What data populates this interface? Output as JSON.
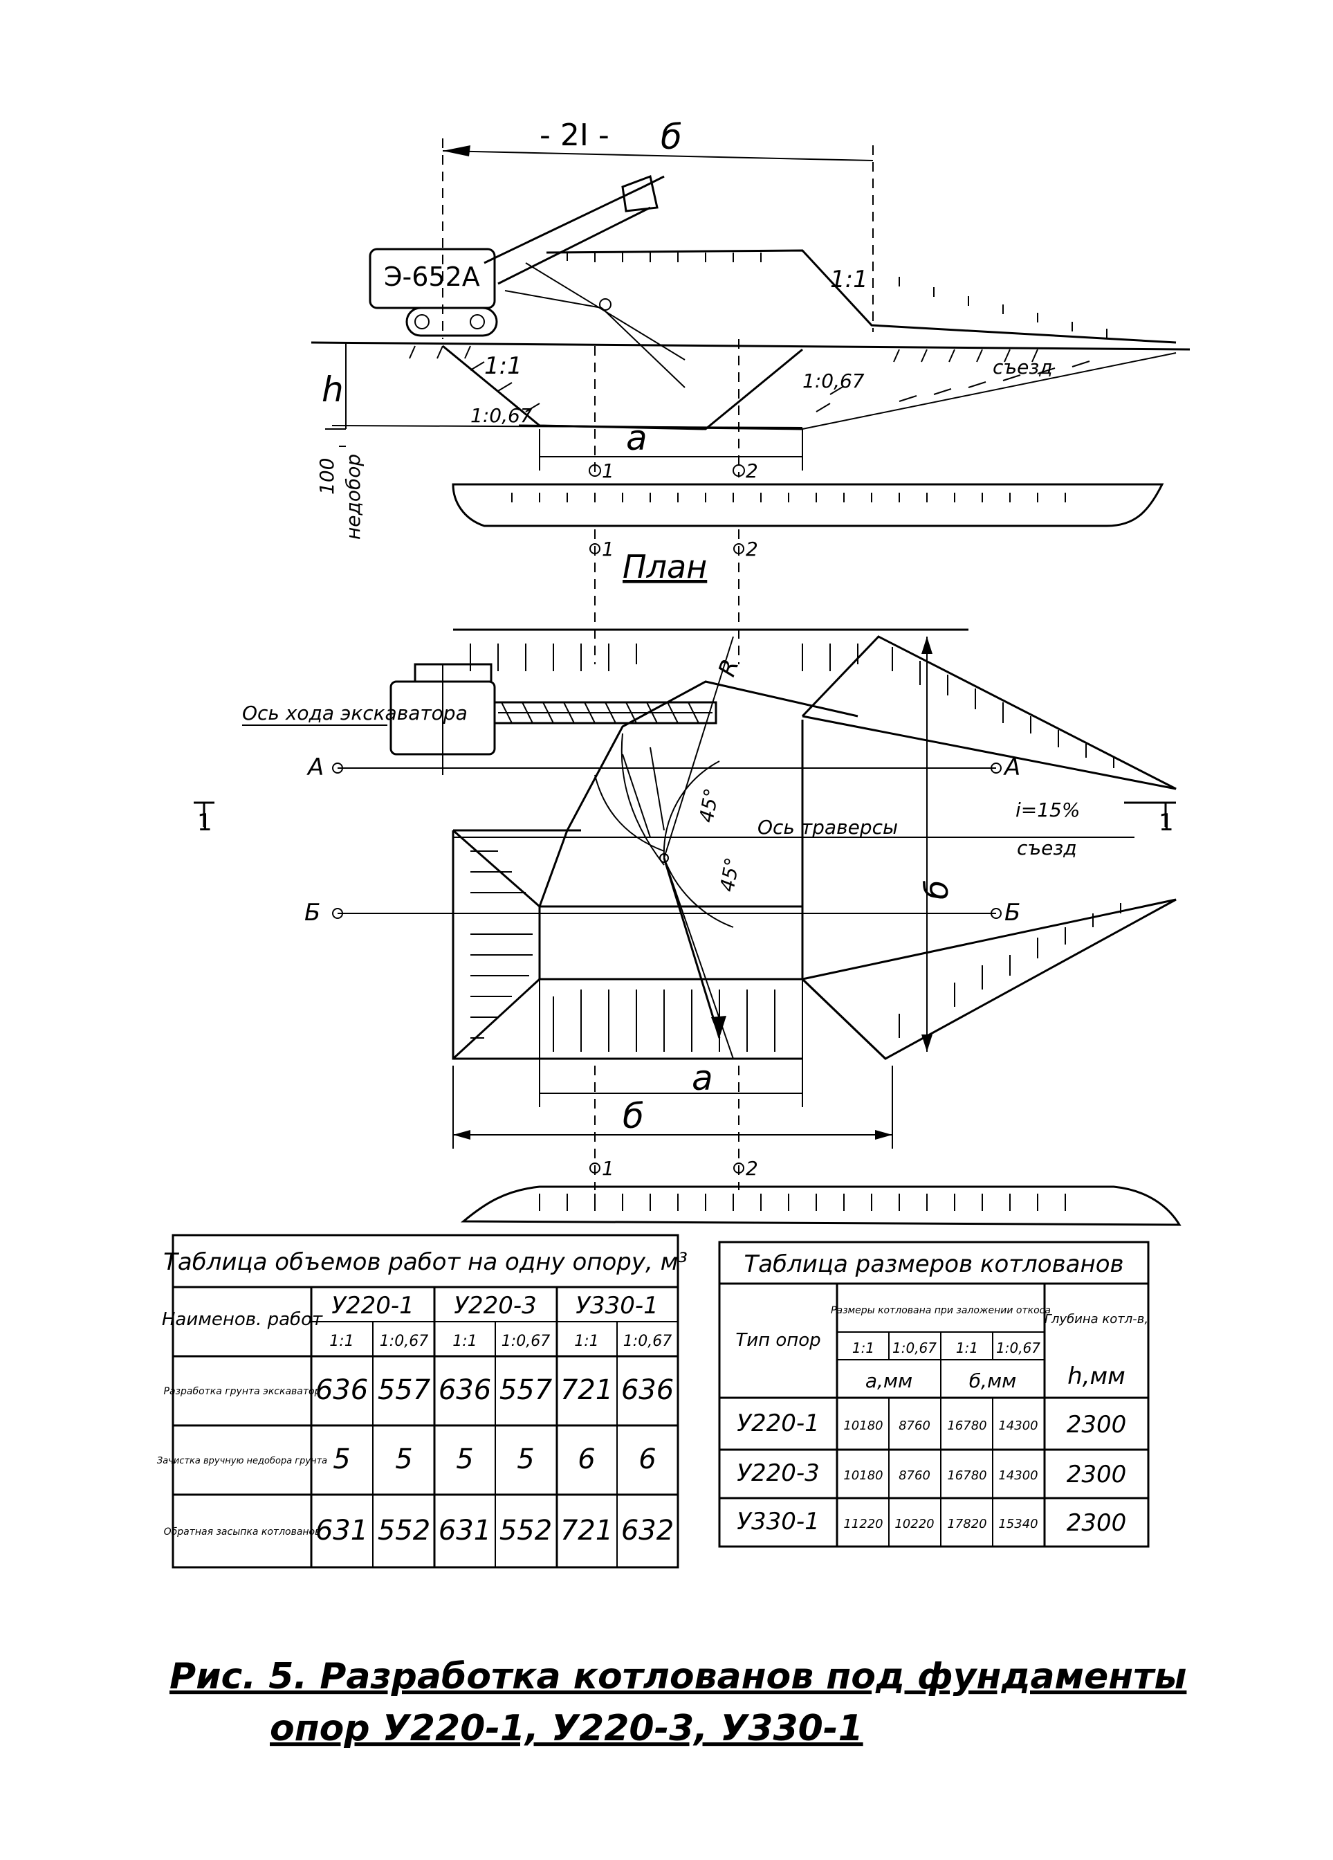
{
  "page_number": "- 2I -",
  "section_mark": "б",
  "excavator": {
    "label": "Э-652А"
  },
  "section": {
    "slope_1_1": "1:1",
    "slope_1_067": "1:0,67",
    "h": "h",
    "overcut": "100",
    "overcut_label": "недобор",
    "dim_a": "а",
    "axis_1": "1",
    "axis_2": "2",
    "exit_label": "съезд",
    "slope_top": "1:1"
  },
  "plan": {
    "title": "План",
    "travel_axis": "Ось хода экскаватора",
    "traverse_axis": "Ось траверсы",
    "row_a": "А",
    "row_b": "Б",
    "mark_1": "1",
    "dim_a": "а",
    "dim_b": "б",
    "slope_text": "i=15%",
    "exit_label": "съезд",
    "angles": [
      "45°",
      "45°"
    ],
    "radius": "R"
  },
  "volume_table": {
    "title": "Таблица объемов работ на одну опору, м³",
    "head_name": "Наименов. работ",
    "supports": [
      "У220-1",
      "У220-3",
      "У330-1"
    ],
    "slopes": [
      "1:1",
      "1:0,67",
      "1:1",
      "1:0,67",
      "1:1",
      "1:0,67"
    ],
    "rows": [
      {
        "name": "Разработка грунта экскаватор",
        "values": [
          "636",
          "557",
          "636",
          "557",
          "721",
          "636"
        ]
      },
      {
        "name": "Зачистка вручную недобора грунта",
        "values": [
          "5",
          "5",
          "5",
          "5",
          "6",
          "6"
        ]
      },
      {
        "name": "Обратная засыпка котлованов",
        "values": [
          "631",
          "552",
          "631",
          "552",
          "721",
          "632"
        ]
      }
    ]
  },
  "size_table": {
    "title": "Таблица размеров котлованов",
    "head_type": "Тип опор",
    "head_sizes": "Размеры котлована при заложении откоса",
    "head_depth": "Глубина котл-в,",
    "slopes": [
      "1:1",
      "1:0,67",
      "1:1",
      "1:0,67"
    ],
    "units": [
      "а,мм",
      "б,мм"
    ],
    "depth_unit": "h,мм",
    "rows": [
      {
        "type": "У220-1",
        "values": [
          "10180",
          "8760",
          "16780",
          "14300"
        ],
        "depth": "2300"
      },
      {
        "type": "У220-3",
        "values": [
          "10180",
          "8760",
          "16780",
          "14300"
        ],
        "depth": "2300"
      },
      {
        "type": "У330-1",
        "values": [
          "11220",
          "10220",
          "17820",
          "15340"
        ],
        "depth": "2300"
      }
    ]
  },
  "caption": {
    "line1": "Рис. 5. Разработка котлованов под фундаменты",
    "line2": "опор У220-1, У220-3, У330-1"
  }
}
